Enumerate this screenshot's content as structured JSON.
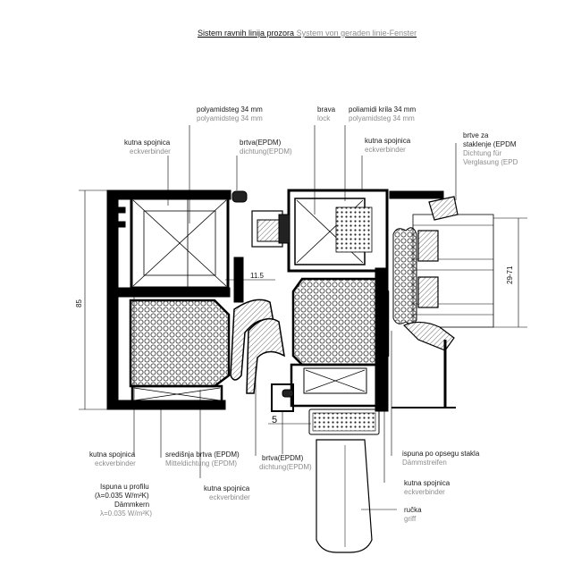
{
  "title": {
    "hr": "Sistem ravnih linija prozora",
    "de": "System von geraden linie-Fenster"
  },
  "labels": {
    "polyamidsteg_hr": "polyamidsteg  34 mm",
    "polyamidsteg_de": "polyamidsteg 34 mm",
    "brava_hr": "brava",
    "brava_de": "lock",
    "poliamidi_hr": "poliamidi krila 34 mm",
    "poliamidi_de": "polyamidsteg 34 mm",
    "kutna_top_hr": "kutna spojnica",
    "kutna_top_de": "eckverbinder",
    "brtva_top_hr": "brtva(EPDM)",
    "brtva_top_de": "dichtung(EPDM)",
    "kutna_right_hr": "kutna spojnica",
    "kutna_right_de": "eckverbinder",
    "brtve_staklo_hr1": "brtve za",
    "brtve_staklo_hr2": "staklenje (EPDM",
    "brtve_staklo_de1": "Dichtung für",
    "brtve_staklo_de2": "Verglasung (EPD",
    "kutna_bl_hr": "kutna spojnica",
    "kutna_bl_de": "eckverbinder",
    "sred_hr": "središnja brtva (EPDM)",
    "sred_de": "Mitteldichtung (EPDM)",
    "brtva_bot_hr": "brtva(EPDM)",
    "brtva_bot_de": "dichtung(EPDM)",
    "ispuna_hr1": "Ispuna u profilu",
    "ispuna_hr2": "(λ=0.035 W/m²K)",
    "ispuna_hr3": "Dämmkern",
    "ispuna_de": "λ=0.035 W/m²K)",
    "kutna_bm_hr": "kutna spojnica",
    "kutna_bm_de": "eckverbinder",
    "ispuna_stakla_hr": "ispuna po opsegu stakla",
    "ispuna_stakla_de": "Dämmstreifen",
    "kutna_br_hr": "kutna spojnica",
    "kutna_br_de": "eckverbinder",
    "rucka_hr": "ručka",
    "rucka_de": "griff"
  },
  "dimensions": {
    "height": "85",
    "gap": "11.5",
    "overlap": "5",
    "glass": "29-71"
  }
}
